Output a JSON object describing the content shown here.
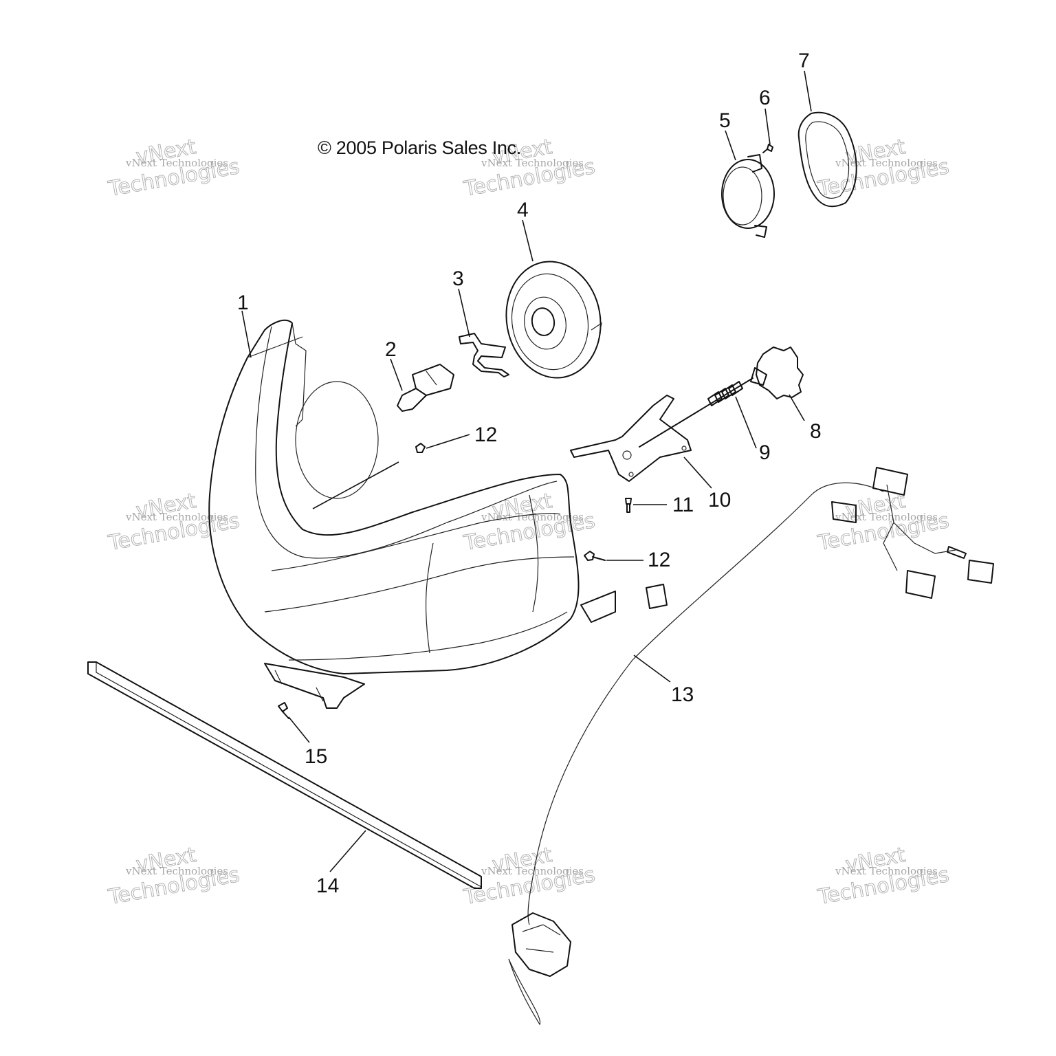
{
  "copyright": "© 2005 Polaris Sales Inc.",
  "watermark": {
    "line1": "vNext Technologies",
    "line2": "vNext",
    "line3": "Technologies"
  },
  "callouts": {
    "c1": "1",
    "c2": "2",
    "c3": "3",
    "c4": "4",
    "c5": "5",
    "c6": "6",
    "c7": "7",
    "c8": "8",
    "c9": "9",
    "c10": "10",
    "c11": "11",
    "c12a": "12",
    "c12b": "12",
    "c13": "13",
    "c14": "14",
    "c15": "15"
  }
}
